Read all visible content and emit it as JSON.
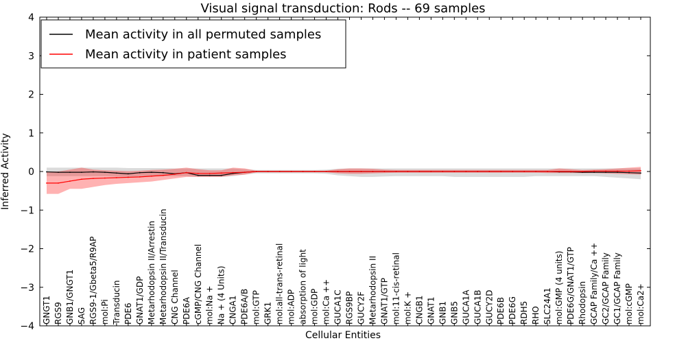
{
  "chart_data": {
    "type": "line",
    "title": "Visual signal transduction: Rods -- 69 samples",
    "xlabel": "Cellular Entities",
    "ylabel": "Inferred Activity",
    "ylim": [
      -4,
      4
    ],
    "yticks": [
      -4,
      -3,
      -2,
      -1,
      0,
      1,
      2,
      3,
      4
    ],
    "grid": false,
    "legend_position": "top-left",
    "categories": [
      "GNGT1",
      "RGS9",
      "GNB1/GNGT1",
      "SAG",
      "RGS9-1/Gbeta5/R9AP",
      "mol:Pi",
      "Transducin",
      "PDE6",
      "GNAT1/GDP",
      "Metarhodopsin II/Arrestin",
      "Metarhodopsin II/Transducin",
      "CNG Channel",
      "PDE6A",
      "cGMP/CNG Channel",
      "mol:Na +",
      "Na + (4 Units)",
      "CNGA1",
      "PDE6A/B",
      "mol:GTP",
      "GRK1",
      "mol:all-trans-retinal",
      "mol:ADP",
      "absorption of light",
      "mol:GDP",
      "mol:Ca ++",
      "GUCA1C",
      "RGS9BP",
      "GUCY2F",
      "Metarhodopsin II",
      "GNAT1/GTP",
      "mol:11-cis-retinal",
      "mol:K +",
      "CNGB1",
      "GNAT1",
      "GNB1",
      "GNB5",
      "GUCA1A",
      "GUCA1B",
      "GUCY2D",
      "PDE6B",
      "PDE6G",
      "RDH5",
      "RHO",
      "SLC24A1",
      "mol:GMP (4 units)",
      "PDE6G/GNAT1/GTP",
      "Rhodopsin",
      "GCAP Family/Ca ++",
      "GC2/GCAP Family",
      "GC1/GCAP Family",
      "mol:cGMP",
      "mol:Ca2+"
    ],
    "series": [
      {
        "name": "Mean activity in all permuted samples",
        "color": "#000000",
        "values": [
          -0.01,
          -0.02,
          -0.02,
          -0.02,
          -0.01,
          -0.02,
          -0.04,
          -0.06,
          -0.03,
          -0.02,
          -0.03,
          -0.06,
          -0.03,
          -0.1,
          -0.1,
          -0.1,
          -0.05,
          -0.02,
          0.0,
          0.0,
          0.0,
          0.0,
          0.0,
          0.0,
          0.0,
          0.0,
          0.0,
          0.0,
          0.0,
          0.0,
          0.0,
          0.0,
          0.0,
          0.0,
          0.0,
          0.0,
          0.0,
          0.0,
          0.0,
          0.0,
          0.0,
          0.0,
          0.0,
          0.0,
          -0.01,
          -0.01,
          -0.02,
          -0.02,
          -0.02,
          -0.02,
          -0.03,
          -0.04
        ],
        "band_lower": [
          -0.12,
          -0.12,
          -0.12,
          -0.12,
          -0.12,
          -0.12,
          -0.13,
          -0.14,
          -0.12,
          -0.12,
          -0.12,
          -0.12,
          -0.12,
          -0.14,
          -0.14,
          -0.14,
          -0.12,
          -0.08,
          -0.05,
          -0.05,
          -0.05,
          -0.05,
          -0.05,
          -0.05,
          -0.06,
          -0.1,
          -0.12,
          -0.14,
          -0.14,
          -0.13,
          -0.12,
          -0.12,
          -0.12,
          -0.12,
          -0.12,
          -0.14,
          -0.14,
          -0.14,
          -0.14,
          -0.14,
          -0.14,
          -0.14,
          -0.12,
          -0.12,
          -0.12,
          -0.12,
          -0.12,
          -0.12,
          -0.14,
          -0.16,
          -0.18,
          -0.2
        ],
        "band_upper": [
          0.1,
          0.1,
          0.1,
          0.1,
          0.1,
          0.1,
          0.1,
          0.09,
          0.09,
          0.09,
          0.09,
          0.08,
          0.08,
          0.08,
          0.08,
          0.08,
          0.08,
          0.06,
          0.04,
          0.04,
          0.04,
          0.04,
          0.04,
          0.04,
          0.05,
          0.07,
          0.08,
          0.08,
          0.08,
          0.08,
          0.08,
          0.08,
          0.08,
          0.08,
          0.08,
          0.08,
          0.08,
          0.08,
          0.08,
          0.08,
          0.08,
          0.08,
          0.08,
          0.08,
          0.08,
          0.08,
          0.08,
          0.08,
          0.08,
          0.08,
          0.08,
          0.08
        ]
      },
      {
        "name": "Mean activity in patient samples",
        "color": "#ff0000",
        "values": [
          -0.3,
          -0.3,
          -0.25,
          -0.2,
          -0.18,
          -0.17,
          -0.16,
          -0.15,
          -0.14,
          -0.12,
          -0.1,
          -0.07,
          -0.03,
          -0.05,
          -0.05,
          -0.04,
          -0.03,
          -0.02,
          0.0,
          0.0,
          0.0,
          0.0,
          0.0,
          0.0,
          0.0,
          0.0,
          0.0,
          0.0,
          0.0,
          0.0,
          0.0,
          0.0,
          0.0,
          0.0,
          0.0,
          0.0,
          0.0,
          0.0,
          0.0,
          0.0,
          0.0,
          0.0,
          0.0,
          0.0,
          0.0,
          0.0,
          0.0,
          0.01,
          0.01,
          0.01,
          0.01,
          0.02
        ],
        "band_lower": [
          -0.58,
          -0.58,
          -0.45,
          -0.45,
          -0.4,
          -0.35,
          -0.32,
          -0.3,
          -0.28,
          -0.26,
          -0.22,
          -0.18,
          -0.14,
          -0.14,
          -0.14,
          -0.14,
          -0.1,
          -0.08,
          -0.02,
          -0.02,
          -0.02,
          -0.02,
          -0.02,
          -0.02,
          -0.02,
          -0.05,
          -0.06,
          -0.06,
          -0.05,
          -0.04,
          -0.03,
          -0.03,
          -0.03,
          -0.03,
          -0.03,
          -0.03,
          -0.03,
          -0.03,
          -0.03,
          -0.03,
          -0.03,
          -0.03,
          -0.03,
          -0.04,
          -0.04,
          -0.04,
          -0.04,
          -0.04,
          -0.05,
          -0.06,
          -0.07,
          -0.08
        ],
        "band_upper": [
          0.0,
          0.0,
          0.05,
          0.1,
          0.05,
          0.03,
          0.02,
          0.01,
          0.02,
          0.04,
          0.05,
          0.07,
          0.1,
          0.06,
          0.03,
          0.03,
          0.1,
          0.08,
          0.02,
          0.02,
          0.02,
          0.02,
          0.02,
          0.02,
          0.02,
          0.06,
          0.08,
          0.08,
          0.07,
          0.05,
          0.04,
          0.04,
          0.04,
          0.04,
          0.04,
          0.04,
          0.04,
          0.04,
          0.04,
          0.04,
          0.04,
          0.04,
          0.04,
          0.04,
          0.08,
          0.06,
          0.04,
          0.05,
          0.06,
          0.08,
          0.1,
          0.12
        ]
      }
    ]
  }
}
